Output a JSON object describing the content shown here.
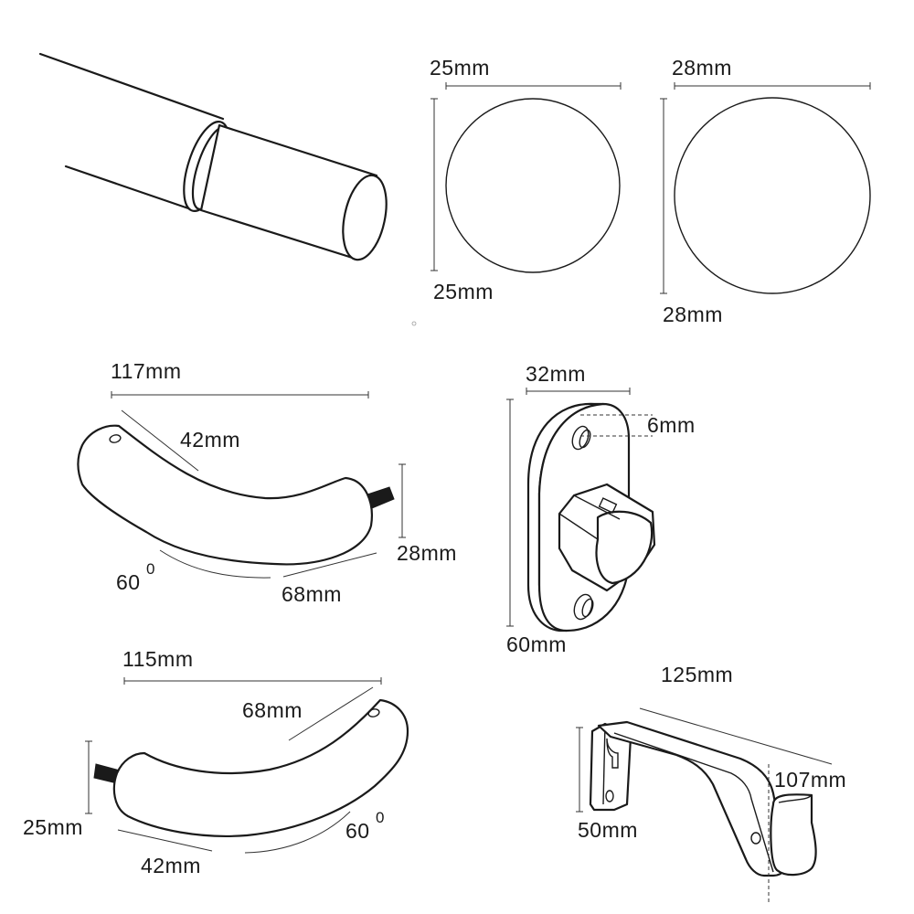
{
  "colors": {
    "ink": "#1a1a1a",
    "background": "#ffffff"
  },
  "rod": {
    "d25_width": "25mm",
    "d25_height": "25mm",
    "d28_width": "28mm",
    "d28_height": "28mm"
  },
  "elbow_a": {
    "width": "117mm",
    "inner": "42mm",
    "height": "28mm",
    "outer": "68mm",
    "angle": "60",
    "angle_unit": "0"
  },
  "support": {
    "width": "32mm",
    "hole": "6mm",
    "height": "60mm"
  },
  "elbow_b": {
    "width": "115mm",
    "outer": "68mm",
    "height": "25mm",
    "inner": "42mm",
    "angle": "60",
    "angle_unit": "0"
  },
  "bracket": {
    "length": "125mm",
    "projection": "107mm",
    "height": "50mm"
  }
}
